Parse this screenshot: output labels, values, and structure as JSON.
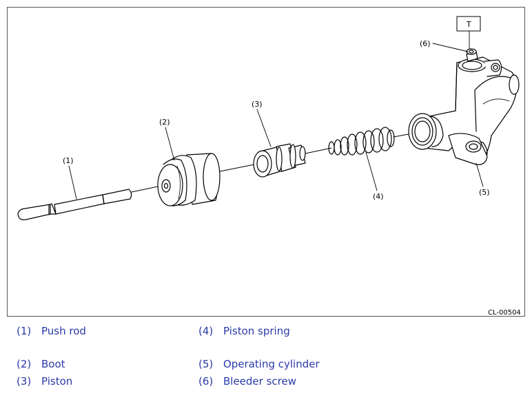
{
  "figure_code": "CL-00504",
  "tool_tag": "T",
  "callouts": [
    "(1)",
    "(2)",
    "(3)",
    "(4)",
    "(5)",
    "(6)"
  ],
  "legend": [
    {
      "num": "(1)",
      "label": "Push rod"
    },
    {
      "num": "(2)",
      "label": "Boot"
    },
    {
      "num": "(3)",
      "label": "Piston"
    },
    {
      "num": "(4)",
      "label": "Piston spring"
    },
    {
      "num": "(5)",
      "label": "Operating cylinder"
    },
    {
      "num": "(6)",
      "label": "Bleeder screw"
    }
  ]
}
